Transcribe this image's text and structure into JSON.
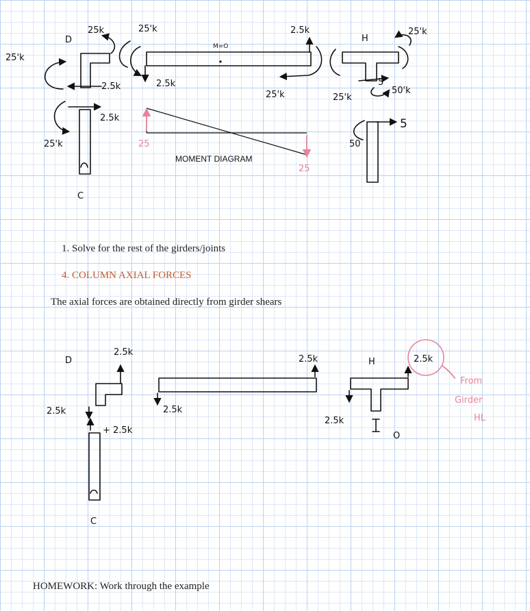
{
  "top_diagram": {
    "joint_d": "D",
    "joint_c": "C",
    "joint_h": "H",
    "m_zero": "M=O",
    "moment_diagram_title": "MOMENT DIAGRAM",
    "labels": {
      "m25_left": "25'k",
      "m25_top_d": "25k",
      "m25_girder_left": "25'k",
      "v25_left_shear": "2.5k",
      "v25_girder_left": "2.5k",
      "v25_col_top": "2.5k",
      "m25_col_top": "25'k",
      "v25_girder_right": "2.5k",
      "m25_girder_right": "25'k",
      "m25_h_top": "25'k",
      "m25_h_under": "25'k",
      "m50_h": "50'k",
      "v5_h": "5",
      "v5_h_arrow": "5",
      "m50_col_h": "50",
      "pink_left": "25",
      "pink_right": "25"
    }
  },
  "steps": {
    "item1": "1.  Solve for the rest of the girders/joints",
    "item4": "4.  COLUMN AXIAL FORCES",
    "axial_note": "The axial forces are obtained directly from girder shears"
  },
  "bottom_diagram": {
    "joint_d": "D",
    "joint_c": "C",
    "joint_h": "H",
    "labels": {
      "v25_d_top": "2.5k",
      "v25_d_left": "2.5k",
      "plus25": "+ 2.5k",
      "v25_girder_left": "2.5k",
      "v25_girder_right": "2.5k",
      "v25_h_left": "2.5k",
      "v25_h_circled": "2.5k",
      "zero": "O",
      "from": "From",
      "girder": "Girder",
      "hl": "HL"
    }
  },
  "homework": "HOMEWORK:  Work through the example",
  "colors": {
    "ink": "#111111",
    "pink": "#e7849b",
    "orange_heading": "#c65a2e",
    "grid": "#b9d3ee"
  }
}
